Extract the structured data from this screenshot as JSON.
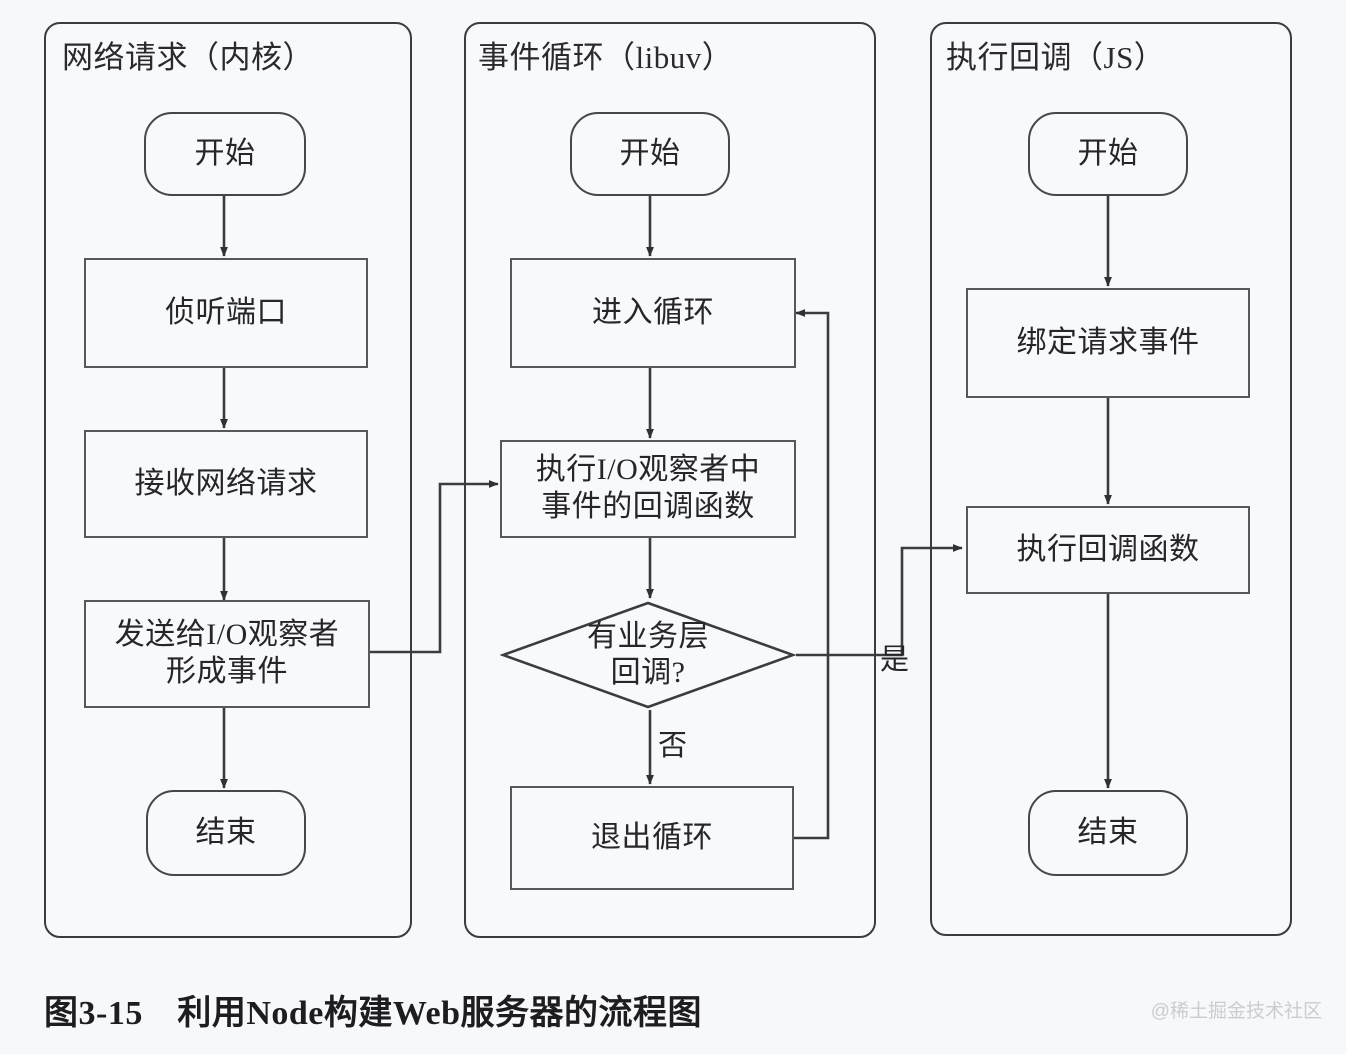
{
  "figure": {
    "caption": "图3-15　利用Node构建Web服务器的流程图",
    "watermark": "@稀土掘金技术社区"
  },
  "theme": {
    "background": "#f7f8f9",
    "panel_border": "#3a3c40",
    "node_border": "#55585d",
    "line": "#3a3c40",
    "text": "#26262a"
  },
  "chart_data": {
    "type": "diagram",
    "title": "图3-15　利用Node构建Web服务器的流程图",
    "lanes": [
      {
        "id": "kernel",
        "title": "网络请求（内核）",
        "nodes": [
          {
            "id": "k-start",
            "shape": "terminal",
            "label": "开始"
          },
          {
            "id": "k-listen",
            "shape": "process",
            "label": "侦听端口"
          },
          {
            "id": "k-receive",
            "shape": "process",
            "label": "接收网络请求"
          },
          {
            "id": "k-send",
            "shape": "process",
            "label": "发送给I/O观察者\n形成事件"
          },
          {
            "id": "k-end",
            "shape": "terminal",
            "label": "结束"
          }
        ]
      },
      {
        "id": "libuv",
        "title": "事件循环（libuv）",
        "nodes": [
          {
            "id": "l-start",
            "shape": "terminal",
            "label": "开始"
          },
          {
            "id": "l-enter",
            "shape": "process",
            "label": "进入循环"
          },
          {
            "id": "l-exec",
            "shape": "process",
            "label": "执行I/O观察者中\n事件的回调函数"
          },
          {
            "id": "l-decide",
            "shape": "decision",
            "label": "有业务层\n回调?"
          },
          {
            "id": "l-exit",
            "shape": "process",
            "label": "退出循环"
          }
        ]
      },
      {
        "id": "js",
        "title": "执行回调（JS）",
        "nodes": [
          {
            "id": "j-start",
            "shape": "terminal",
            "label": "开始"
          },
          {
            "id": "j-bind",
            "shape": "process",
            "label": "绑定请求事件"
          },
          {
            "id": "j-exec",
            "shape": "process",
            "label": "执行回调函数"
          },
          {
            "id": "j-end",
            "shape": "terminal",
            "label": "结束"
          }
        ]
      }
    ],
    "edges": [
      {
        "from": "k-start",
        "to": "k-listen",
        "label": ""
      },
      {
        "from": "k-listen",
        "to": "k-receive",
        "label": ""
      },
      {
        "from": "k-receive",
        "to": "k-send",
        "label": ""
      },
      {
        "from": "k-send",
        "to": "k-end",
        "label": ""
      },
      {
        "from": "k-send",
        "to": "l-exec",
        "label": ""
      },
      {
        "from": "l-start",
        "to": "l-enter",
        "label": ""
      },
      {
        "from": "l-enter",
        "to": "l-exec",
        "label": ""
      },
      {
        "from": "l-exec",
        "to": "l-decide",
        "label": ""
      },
      {
        "from": "l-decide",
        "to": "l-exit",
        "label": "否"
      },
      {
        "from": "l-decide",
        "to": "j-exec",
        "label": "是"
      },
      {
        "from": "l-exit",
        "to": "l-enter",
        "label": ""
      },
      {
        "from": "j-start",
        "to": "j-bind",
        "label": ""
      },
      {
        "from": "j-bind",
        "to": "j-exec",
        "label": ""
      },
      {
        "from": "j-exec",
        "to": "j-end",
        "label": ""
      }
    ],
    "edge_labels": {
      "yes": "是",
      "no": "否"
    }
  },
  "lanes": {
    "kernel": {
      "title": "网络请求（内核）",
      "start": "开始",
      "listen": "侦听端口",
      "receive": "接收网络请求",
      "send_line1": "发送给I/O观察者",
      "send_line2": "形成事件",
      "end": "结束"
    },
    "libuv": {
      "title": "事件循环（libuv）",
      "start": "开始",
      "enter_loop": "进入循环",
      "exec_line1": "执行I/O观察者中",
      "exec_line2": "事件的回调函数",
      "decide_line1": "有业务层",
      "decide_line2": "回调?",
      "exit_loop": "退出循环",
      "label_no": "否",
      "label_yes": "是"
    },
    "js": {
      "title": "执行回调（JS）",
      "start": "开始",
      "bind": "绑定请求事件",
      "exec": "执行回调函数",
      "end": "结束"
    }
  }
}
